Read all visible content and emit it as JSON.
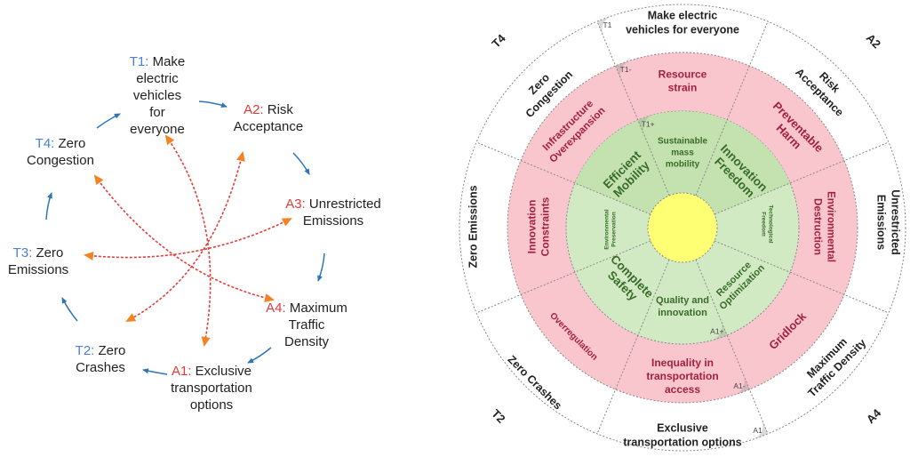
{
  "colors": {
    "target_code": "#4a7fd4",
    "anti_code": "#e03a3a",
    "cycle_arrow": "#2e75b6",
    "cross_arrow": "#e0403a",
    "arrow_head": "#f58220",
    "outer_ring": "#ffffff",
    "pink_ring": "#f8c6cc",
    "green_ring": "#d2eac4",
    "green_dark": "#c3e2b0",
    "core": "#ffff73",
    "pink_text": "#a3213f",
    "green_text": "#3a6b2a",
    "marker_fill": "#dcdcdc"
  },
  "left_diagram": {
    "nodes": [
      {
        "code": "T1:",
        "type": "target",
        "lines": [
          "Make",
          "electric",
          "vehicles",
          "for",
          "everyone"
        ]
      },
      {
        "code": "A2:",
        "type": "anti",
        "lines": [
          "Risk",
          "Acceptance"
        ]
      },
      {
        "code": "A3:",
        "type": "anti",
        "lines": [
          "Unrestricted",
          "Emissions"
        ]
      },
      {
        "code": "A4:",
        "type": "anti",
        "lines": [
          "Maximum",
          "Traffic",
          "Density"
        ]
      },
      {
        "code": "A1:",
        "type": "anti",
        "lines": [
          "Exclusive",
          "transportation",
          "options"
        ]
      },
      {
        "code": "T2:",
        "type": "target",
        "lines": [
          "Zero",
          "Crashes"
        ]
      },
      {
        "code": "T3:",
        "type": "target",
        "lines": [
          "Zero",
          "Emissions"
        ]
      },
      {
        "code": "T4:",
        "type": "target",
        "lines": [
          "Zero",
          "Congestion"
        ]
      }
    ],
    "cross_links": [
      [
        "T1",
        "A1"
      ],
      [
        "A2",
        "T2"
      ],
      [
        "A3",
        "T3"
      ],
      [
        "T4",
        "A4"
      ]
    ]
  },
  "right_diagram": {
    "corner_labels": [
      "T4",
      "A2",
      "T2",
      "A4"
    ],
    "outer_ring": [
      [
        "Make electric",
        "vehicles for everyone"
      ],
      [
        "Risk",
        "Acceptance"
      ],
      [
        "Unrestricted",
        "Emissions"
      ],
      [
        "Maximum",
        "Traffic Density"
      ],
      [
        "Exclusive",
        "transportation options"
      ],
      [
        "Zero Crashes"
      ],
      [
        "Zero Emissions"
      ],
      [
        "Zero",
        "Congestion"
      ]
    ],
    "pink_ring": [
      [
        "Resource",
        "strain"
      ],
      [
        "Preventable",
        "Harm"
      ],
      [
        "Environmental",
        "Destruction"
      ],
      [
        "Gridlock"
      ],
      [
        "Inequality in",
        "transportation",
        "access"
      ],
      [
        "Overregulation"
      ],
      [
        "Innovation",
        "Constraints"
      ],
      [
        "Infrastructure",
        "Overexpansion"
      ]
    ],
    "green_ring": [
      [
        "Sustainable",
        "mass",
        "mobility"
      ],
      [
        "Innovation",
        "Freedom"
      ],
      [
        "Technological",
        "Freedom"
      ],
      [
        "Resource",
        "Optimization"
      ],
      [
        "Quality and",
        "innovation"
      ],
      [
        "Complete",
        "Safety"
      ],
      [
        "Environmental",
        "Preservation"
      ],
      [
        "Efficient",
        "Mobility"
      ]
    ],
    "markers": {
      "T1": {
        "outer": "T1",
        "pink": "T1-",
        "green": "T1+"
      },
      "A1": {
        "outer": "A1",
        "pink": "A1-",
        "green": "A1+"
      }
    }
  }
}
